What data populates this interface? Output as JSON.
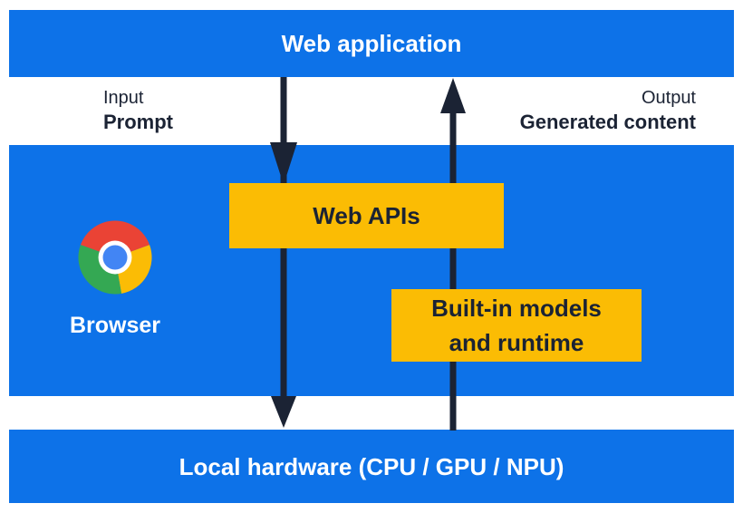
{
  "layers": {
    "web_application": "Web application",
    "browser_label": "Browser",
    "local_hardware": "Local hardware (CPU / GPU / NPU)"
  },
  "flows": {
    "input_label": "Input",
    "input_sublabel": "Prompt",
    "output_label": "Output",
    "output_sublabel": "Generated content"
  },
  "boxes": {
    "web_apis": "Web APIs",
    "builtin_line1": "Built-in models",
    "builtin_line2": "and runtime"
  },
  "icons": {
    "chrome_logo": "chrome-logo-icon",
    "down_arrow": "input-flow-arrow",
    "up_arrow": "output-flow-arrow"
  },
  "colors": {
    "section_blue": "#0D72E8",
    "box_yellow": "#FBBC04",
    "ink_navy": "#1B2334",
    "text_white": "#FFFFFF",
    "chrome_red": "#EA4335",
    "chrome_green": "#34A853",
    "chrome_yellow": "#FBBC05",
    "chrome_blue": "#4285F4"
  }
}
